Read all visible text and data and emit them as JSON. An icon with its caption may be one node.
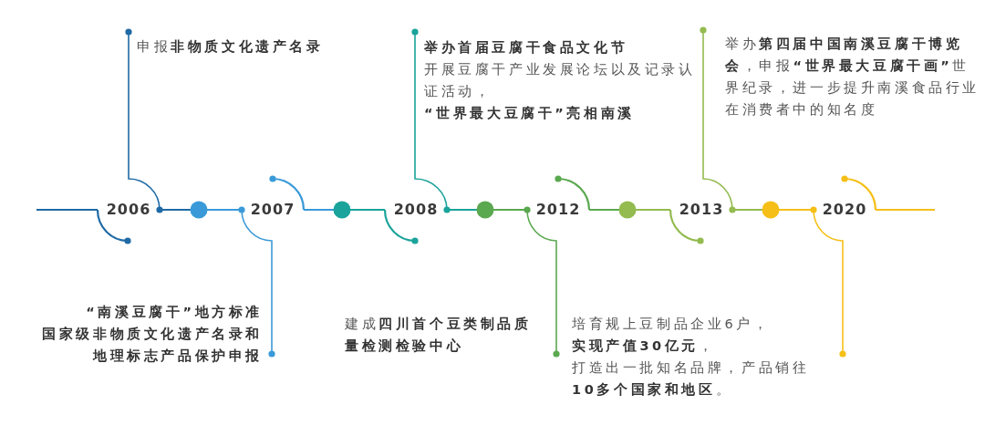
{
  "diagram": {
    "nodes": [
      {
        "text": [
          "申报**非物质文化遗产名录**"
        ]
      },
      {
        "text": [
          "2006"
        ]
      },
      {
        "text": [
          "2007"
        ]
      },
      {
        "text": [
          "“南溪豆腐干”地方标准",
          "国家级非物质文化遗产名录和",
          "地理标志产品保护申报"
        ]
      },
      {
        "text": [
          "举办首届豆腐干食品文化节",
          "开展豆腐干产业发展论坛以及记录认证活动，",
          "“世界最大豆腐干”亮相南溪"
        ]
      },
      {
        "text": [
          "2008"
        ]
      },
      {
        "text": [
          "2012"
        ]
      },
      {
        "text": [
          "培育规上豆制品企业6户，",
          "**实现产值30亿元**，",
          "打造出一批知名品牌，产品销往**10多个国家和地区**。"
        ]
      },
      {
        "text": [
          "举办**第四届中国南溪豆腐干博览会**，申报**“世界最大豆腐干画”**世界纪录，进一步提升南溪食品行业在消费者中的知名度"
        ]
      },
      {
        "text": [
          "2013"
        ]
      },
      {
        "text": [
          "2020"
        ]
      }
    ],
    "edges": [
      {
        "from": 0,
        "to": 1,
        "arrow": "other",
        "color": "#1f6aa5"
      },
      {
        "from": 3,
        "to": 2,
        "arrow": "other",
        "color": "#3a9ad9"
      },
      {
        "from": 4,
        "to": 5,
        "arrow": "other",
        "color": "#1aa39a"
      },
      {
        "from": 7,
        "to": 6,
        "arrow": "other",
        "color": "#5aa84f"
      },
      {
        "from": 8,
        "to": 9,
        "arrow": "other",
        "color": "#93bb4f"
      },
      {
        "from": null,
        "to": 10,
        "arrow": "other",
        "color": "#f5bf17"
      }
    ],
    "labels": [
      "建成**四川首个豆类制品质量检测检验中心**"
    ]
  }
}
